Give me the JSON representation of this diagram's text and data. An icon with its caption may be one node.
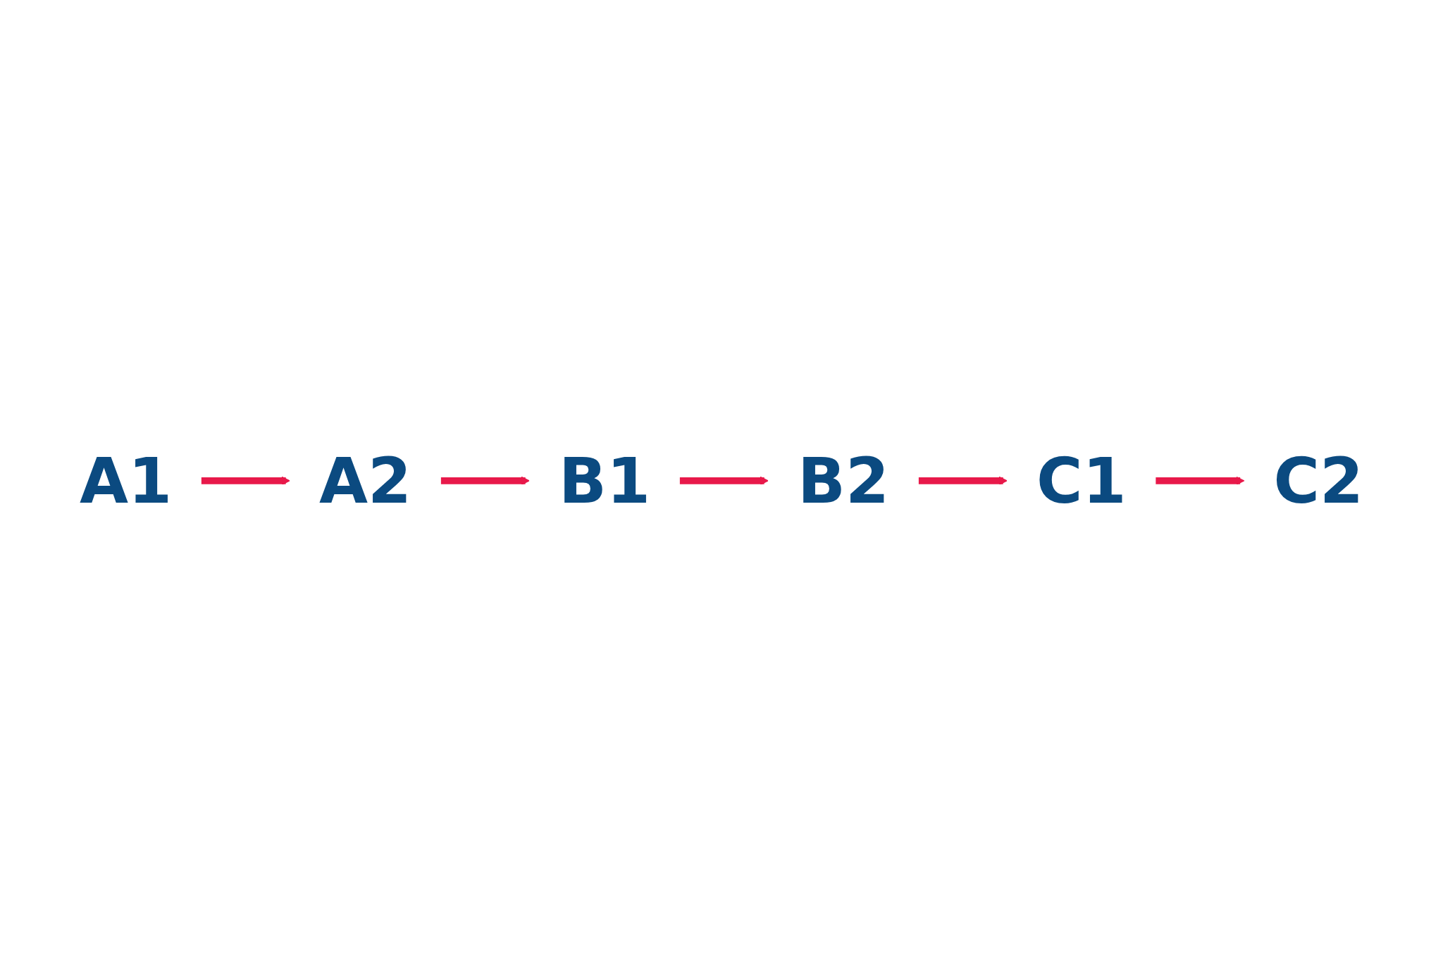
{
  "diagram": {
    "nodes": [
      {
        "text": [
          "A1"
        ]
      },
      {
        "text": [
          "A2"
        ]
      },
      {
        "text": [
          "B1"
        ]
      },
      {
        "text": [
          "B2"
        ]
      },
      {
        "text": [
          "C1"
        ]
      },
      {
        "text": [
          "C2"
        ]
      }
    ],
    "edges": [
      {
        "from": 0,
        "to": 1,
        "arrow": "to"
      },
      {
        "from": 1,
        "to": 2,
        "arrow": "to"
      },
      {
        "from": 2,
        "to": 3,
        "arrow": "to"
      },
      {
        "from": 3,
        "to": 4,
        "arrow": "to"
      },
      {
        "from": 4,
        "to": 5,
        "arrow": "to"
      }
    ]
  }
}
